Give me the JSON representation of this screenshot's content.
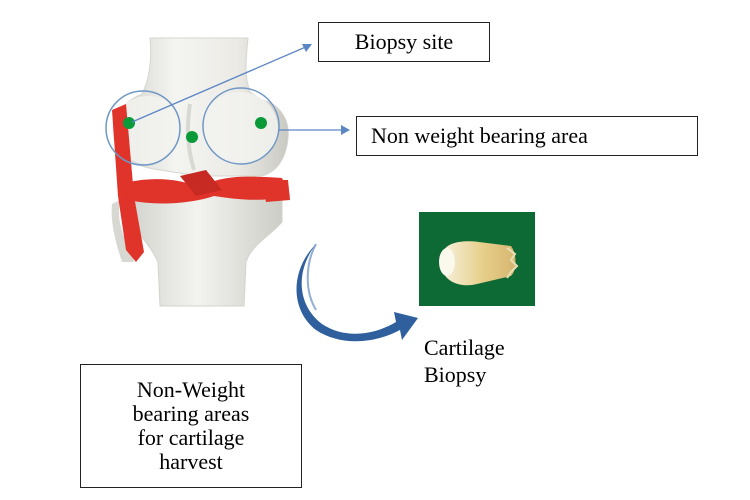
{
  "labels": {
    "biopsy_site": "Biopsy site",
    "non_weight_bearing": "Non weight bearing area",
    "cartilage_biopsy": "Cartilage\nBiopsy",
    "harvest_note": "Non-Weight\nbearing areas\nfor cartilage\nharvest"
  },
  "colors": {
    "bone": "#ecebe6",
    "ligament": "#e0332a",
    "marker": "#0a9a3a",
    "circle": "#6f97c6",
    "pointer": "#5b86c4",
    "curved_arrow": "#2f5f9c",
    "photo_background": "#0e6a34"
  },
  "icons": [
    "knee-joint-illustration",
    "curved-arrow-icon",
    "cartilage-plug-photo"
  ]
}
